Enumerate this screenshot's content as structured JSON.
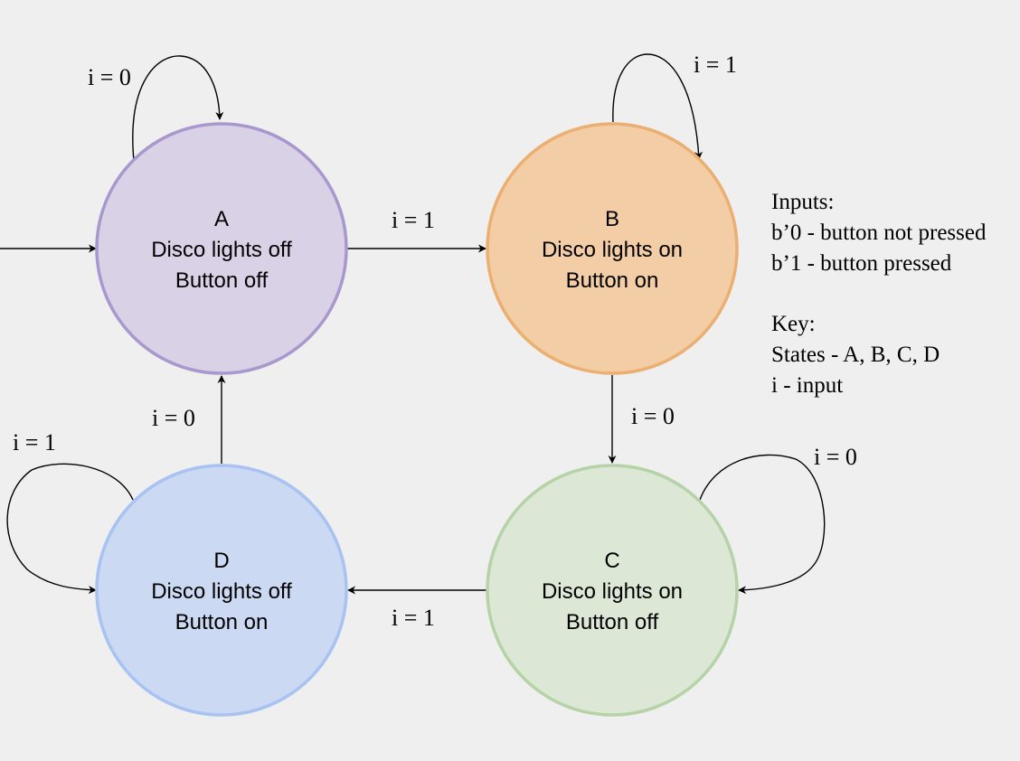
{
  "states": [
    {
      "id": "A",
      "line1": "Disco lights off",
      "line2": "Button off",
      "fill": "#d9d2e7",
      "stroke": "#a998cd"
    },
    {
      "id": "B",
      "line1": "Disco lights on",
      "line2": "Button on",
      "fill": "#f3cda6",
      "stroke": "#ebb071"
    },
    {
      "id": "C",
      "line1": "Disco lights on",
      "line2": "Button off",
      "fill": "#dce8d5",
      "stroke": "#b5d3a6"
    },
    {
      "id": "D",
      "line1": "Disco lights off",
      "line2": "Button on",
      "fill": "#cbd9f3",
      "stroke": "#a8c2f2"
    }
  ],
  "transitions": {
    "a_self": "i = 0",
    "a_to_b": "i = 1",
    "b_self": "i = 1",
    "b_to_c": "i = 0",
    "c_self": "i = 0",
    "c_to_d": "i = 1",
    "d_self": "i = 1",
    "d_to_a": "i = 0"
  },
  "legend": {
    "inputs_title": "Inputs:",
    "inputs": [
      "b’0 - button not pressed",
      "b’1 - button pressed"
    ],
    "key_title": "Key:",
    "key": [
      "States - A, B, C, D",
      "i - input"
    ]
  }
}
